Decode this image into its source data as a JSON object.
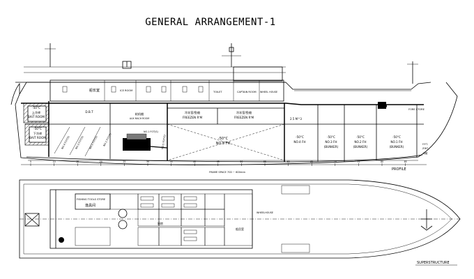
{
  "title": "GENERAL ARRANGEMENT-1",
  "views": {
    "profile": "PROFILE",
    "superstructure": "SUPERSTRUCTURE"
  },
  "frame_label": "FRAME SPACE 700 ~ 600mm",
  "frame_numbers": [
    "5",
    "10",
    "15",
    "20",
    "25",
    "30",
    "35",
    "40",
    "45",
    "50",
    "55",
    "60",
    "65",
    "70",
    "75",
    "80",
    "85"
  ],
  "profile": {
    "deck_rooms": [
      {
        "label": "船长室"
      },
      {
        "label": "ICE ROOM"
      },
      {
        "label": "TOILET"
      },
      {
        "label": "CAPTAIN ROOM"
      },
      {
        "label": "WHEEL HOUSE"
      }
    ],
    "holds": [
      {
        "line1": "-50°C",
        "line2": "上冷库",
        "line3": "BAIT ROOM"
      },
      {
        "line1": "-50°C",
        "line2": "下冷库",
        "line3": "BAIT ROOM"
      },
      {
        "line1": "D.B.T",
        "line2": "",
        "line3": ""
      },
      {
        "line1": "轮机舱",
        "line2": "AUX MACH ROOM",
        "line3": ""
      },
      {
        "line1": "冷冻室/鱼舱",
        "line2": "FREEZEN R'M",
        "line3": ""
      },
      {
        "line1": "冷冻室/鱼舱",
        "line2": "FREEZEN R'M",
        "line3": ""
      },
      {
        "line1": "-50°C",
        "line2": "NO.5 FH",
        "line3": ""
      },
      {
        "line1": "-50°C",
        "line2": "NO.4 FH",
        "line3": ""
      },
      {
        "line1": "-50°C",
        "line2": "NO.3 FH",
        "line3": "(BUNKER)"
      },
      {
        "line1": "-50°C",
        "line2": "NO.2 FH",
        "line3": "(BUNKER)"
      },
      {
        "line1": "-50°C",
        "line2": "NO.1 FH",
        "line3": "(BUNKER)"
      },
      {
        "line1": "F.P.T.",
        "line2": "/FWT",
        "line3": "水舱"
      }
    ],
    "tanks": [
      "NO.4 FOT(S)",
      "NO.3 FOT(S)",
      "NO.2 FOT(S)",
      "NO.1 FOT(P)",
      "NO.1 FOT(S)",
      "NO.5 FOT(S)"
    ],
    "misc": {
      "tank_25": "2.5 M^3",
      "store": "FORE STORE"
    }
  },
  "plan": {
    "store_label": "FISHING TOOLS STORE",
    "store_cn": "渔具间",
    "galley": "厨房",
    "wheelhouse": "WHEELHOUSE",
    "cn_room": "船员室"
  }
}
